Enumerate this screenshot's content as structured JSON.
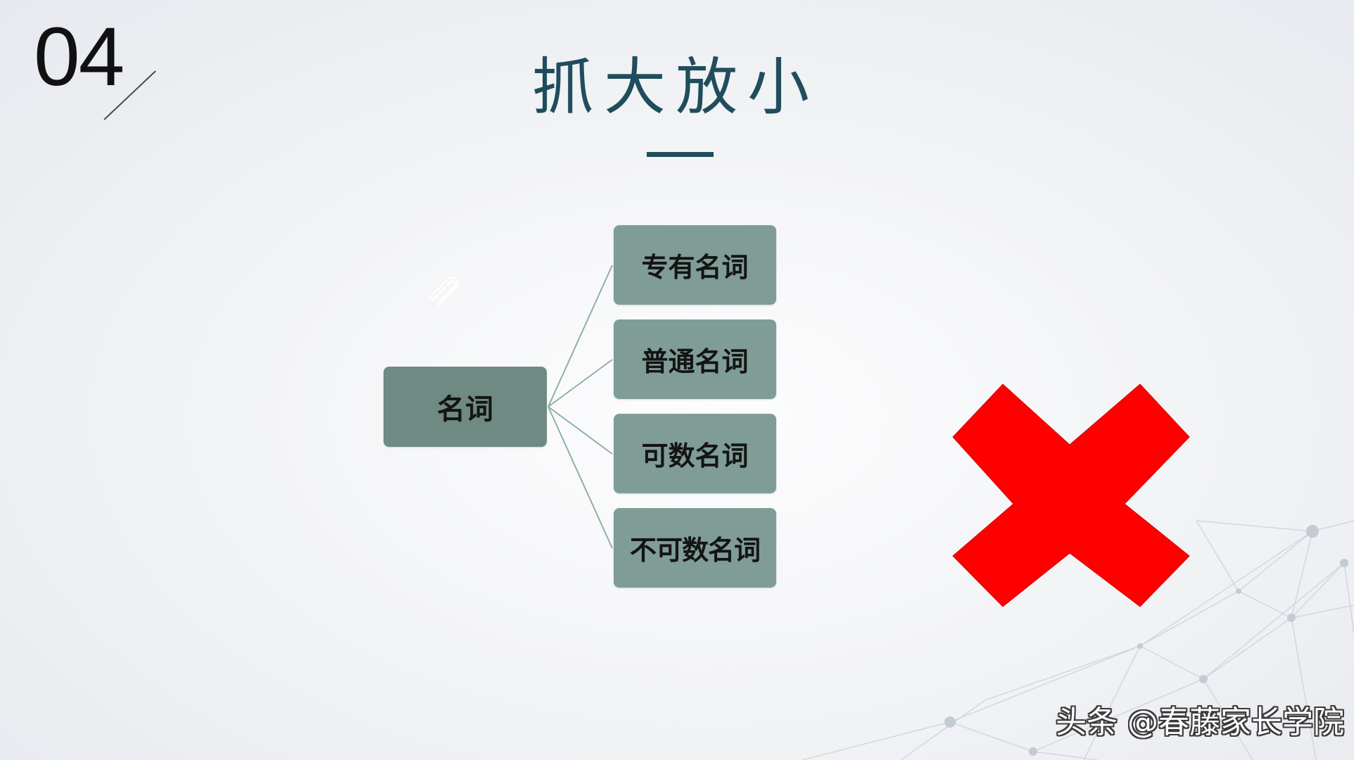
{
  "slide": {
    "section_number": "04",
    "title": "抓大放小",
    "colors": {
      "title": "#1f4d5c",
      "root_node": "#6e8a82",
      "child_node": "#7f9d96",
      "connector": "#8fb0a8",
      "cross": "#ff0000"
    }
  },
  "diagram": {
    "root": {
      "label": "名词"
    },
    "children": [
      {
        "label": "专有名词"
      },
      {
        "label": "普通名词"
      },
      {
        "label": "可数名词"
      },
      {
        "label": "不可数名词"
      }
    ]
  },
  "decorations": {
    "cross_icon": "red-x-icon",
    "paperclip_icon": "paperclip-icon",
    "network_pattern": "network-lines-decoration"
  },
  "watermark": {
    "text": "头条 @春藤家长学院"
  }
}
